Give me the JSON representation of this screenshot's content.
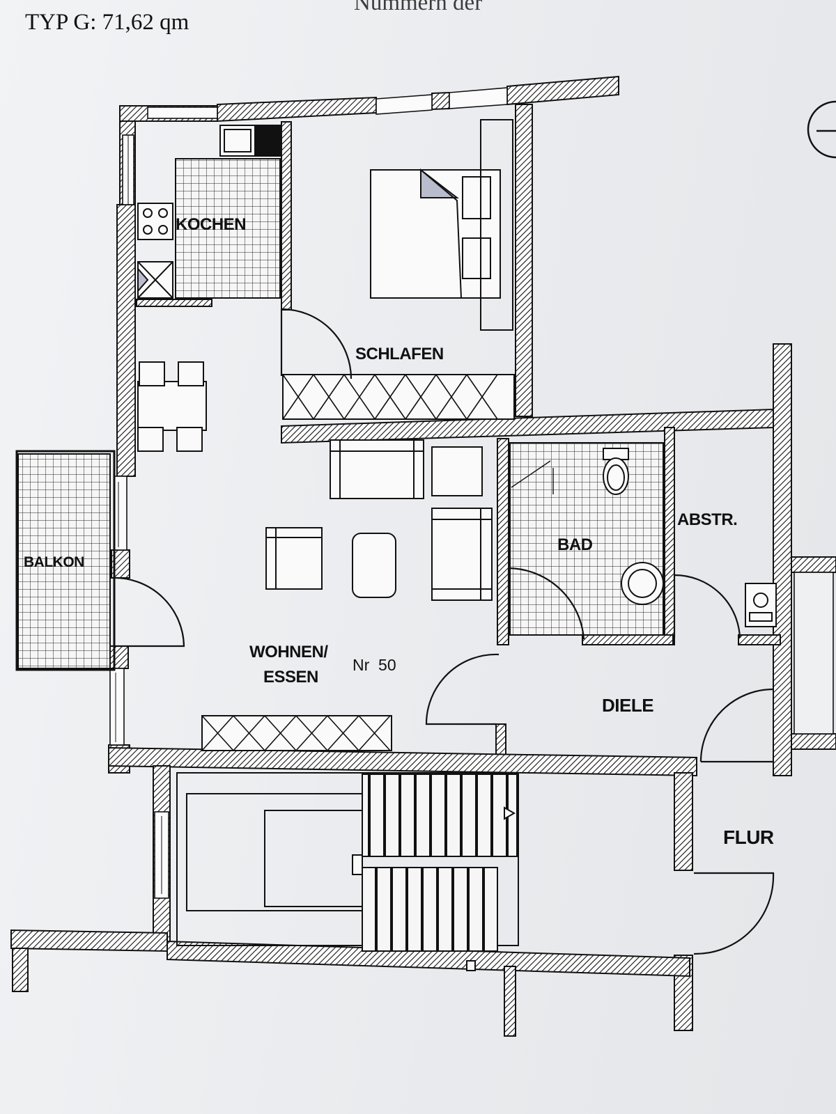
{
  "header": {
    "area_type": "TYP G: 71,62 qm",
    "cut_off_heading": "Nummern der"
  },
  "rooms": {
    "kitchen": "KOCHEN",
    "bedroom": "SCHLAFEN",
    "balcony": "BALKON",
    "bath": "BAD",
    "storage": "ABSTR.",
    "living_line1": "WOHNEN/",
    "living_line2": "ESSEN",
    "hall": "DIELE",
    "corridor": "FLUR"
  },
  "unit_number": "Nr  50",
  "colors": {
    "paper": "#eceef0",
    "ink": "#111111",
    "accent_fill": "#b8bccc"
  }
}
